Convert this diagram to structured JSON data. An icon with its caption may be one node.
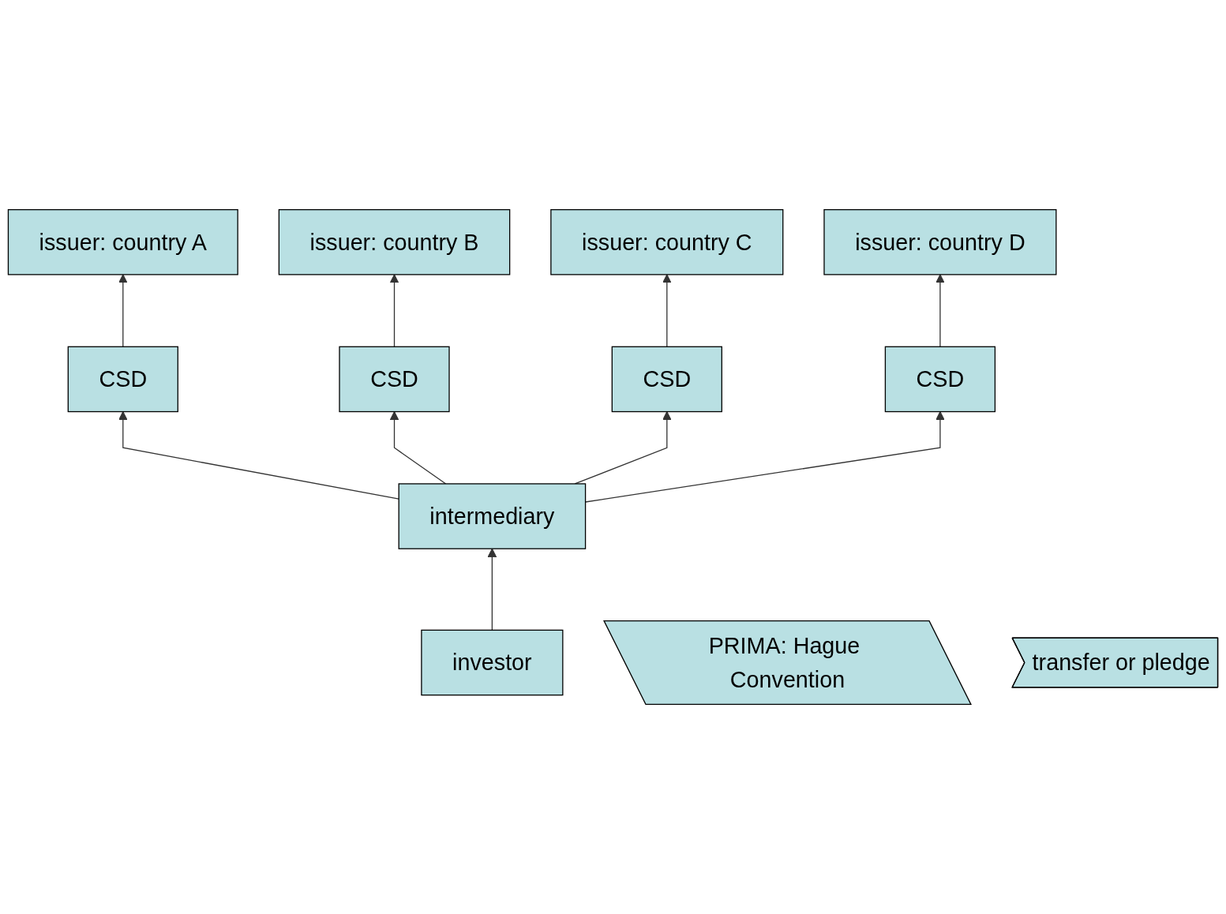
{
  "diagram": {
    "nodes": [
      {
        "text": [
          "issuer: country A"
        ]
      },
      {
        "text": [
          "issuer: country B"
        ]
      },
      {
        "text": [
          "issuer: country C"
        ]
      },
      {
        "text": [
          "issuer: country D"
        ]
      },
      {
        "text": [
          "CSD"
        ]
      },
      {
        "text": [
          "CSD"
        ]
      },
      {
        "text": [
          "CSD"
        ]
      },
      {
        "text": [
          "CSD"
        ]
      },
      {
        "text": [
          "intermediary"
        ]
      },
      {
        "text": [
          "investor"
        ]
      },
      {
        "text": [
          "PRIMA: Hague Convention"
        ]
      },
      {
        "text": [
          "transfer or pledge"
        ]
      }
    ],
    "edges": [
      {
        "from": 4,
        "to": 0,
        "arrow": "to"
      },
      {
        "from": 5,
        "to": 1,
        "arrow": "to"
      },
      {
        "from": 6,
        "to": 2,
        "arrow": "to"
      },
      {
        "from": 7,
        "to": 3,
        "arrow": "to"
      },
      {
        "from": 8,
        "to": 4,
        "arrow": "to"
      },
      {
        "from": 8,
        "to": 5,
        "arrow": "to"
      },
      {
        "from": 8,
        "to": 6,
        "arrow": "to"
      },
      {
        "from": 8,
        "to": 7,
        "arrow": "to"
      },
      {
        "from": 9,
        "to": 8,
        "arrow": "to"
      }
    ]
  }
}
